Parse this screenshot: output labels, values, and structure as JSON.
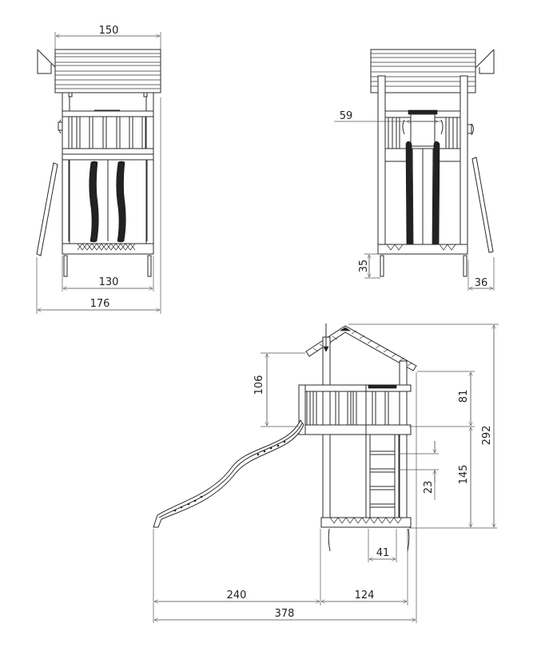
{
  "drawing": {
    "subject": "Play tower with slide and ladder - technical dimension drawing",
    "line_color": "#2a2a2a",
    "background": "#ffffff"
  },
  "views": {
    "front_view": {
      "dimensions": {
        "roof_width": "150",
        "post_spacing": "130",
        "overall_width": "176"
      }
    },
    "side_view": {
      "dimensions": {
        "slide_width": "59",
        "anchor_depth": "35",
        "brace_offset": "36"
      }
    },
    "elevation_view": {
      "dimensions": {
        "wall_height": "106",
        "railing_height": "81",
        "platform_height": "145",
        "overall_height": "292",
        "rung_spacing": "23",
        "ladder_width": "41",
        "slide_length": "240",
        "tower_depth": "124",
        "overall_length": "378"
      }
    }
  }
}
